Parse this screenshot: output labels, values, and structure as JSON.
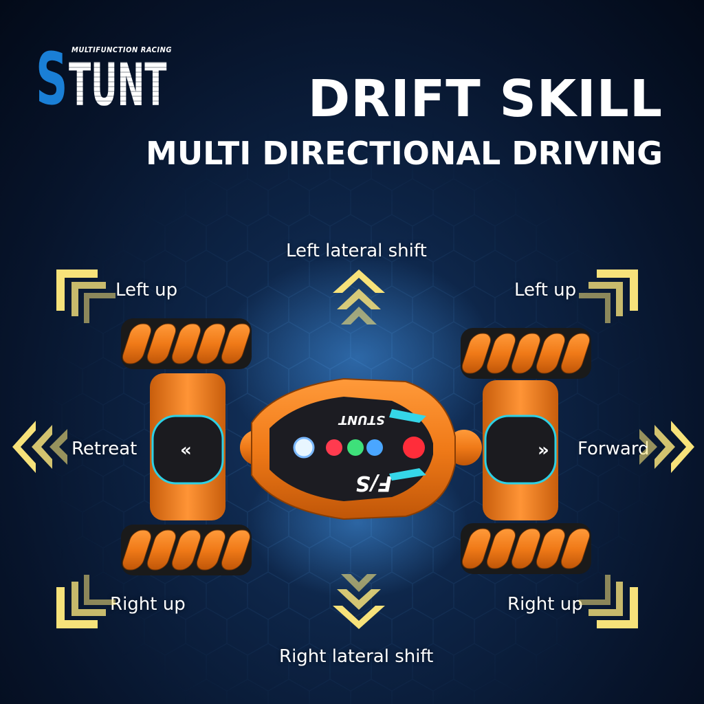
{
  "logo": {
    "tagline": "MULTIFUNCTION RACING",
    "word_first_letter": "S",
    "word_rest": "TUNT"
  },
  "headline": {
    "title": "DRIFT SKILL",
    "subtitle": "MULTI DIRECTIONAL DRIVING"
  },
  "directions": {
    "left_lateral_shift": "Left lateral shift",
    "left_up_left": "Left up",
    "left_up_right": "Left up",
    "retreat": "Retreat",
    "forward": "Forward",
    "right_up_left": "Right up",
    "right_up_right": "Right up",
    "right_lateral_shift": "Right lateral shift"
  },
  "car": {
    "badge_text": "STUNT",
    "model_text": "F/S"
  },
  "colors": {
    "background": "#0a1a35",
    "arrow": "#f7e27a",
    "car_body": "#f07a18",
    "logo_blue": "#1a7fd6",
    "accent_cyan": "#35d6e8"
  }
}
